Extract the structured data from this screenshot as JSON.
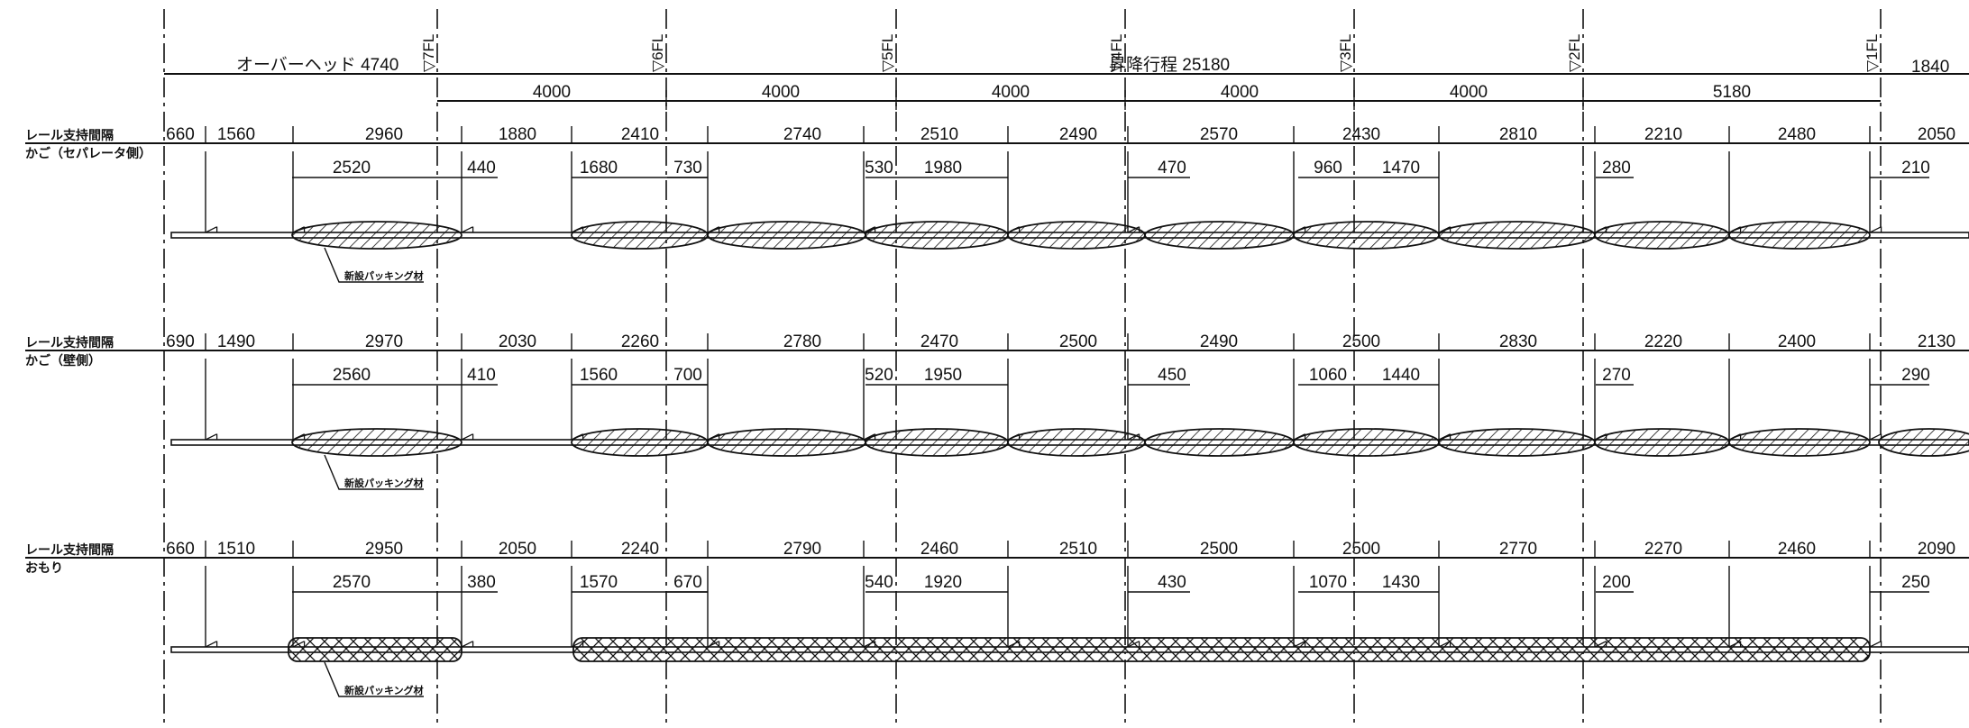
{
  "header": {
    "overhead_label": "オーバーヘッド 4740",
    "travel_label": "昇降行程 25180",
    "right_label": "1840"
  },
  "floors": [
    "▽7FL",
    "▽6FL",
    "▽5FL",
    "▽4FL",
    "▽3FL",
    "▽2FL",
    "▽1FL"
  ],
  "floor_heights": [
    "4000",
    "4000",
    "4000",
    "4000",
    "4000",
    "5180"
  ],
  "rows": [
    {
      "label1": "レール支持間隔",
      "label2": "かご（セパレータ側）",
      "spans": [
        "660",
        "1560",
        "2960",
        "1880",
        "2410",
        "2740",
        "2510",
        "2490",
        "2570",
        "2430",
        "2810",
        "2210",
        "2480",
        "2050"
      ],
      "subs": [
        "2520",
        "440",
        "1680",
        "730",
        "530",
        "1980",
        "470",
        "960",
        "1470",
        "280",
        "210"
      ],
      "note": "新設パッキング材"
    },
    {
      "label1": "レール支持間隔",
      "label2": "かご（壁側）",
      "spans": [
        "690",
        "1490",
        "2970",
        "2030",
        "2260",
        "2780",
        "2470",
        "2500",
        "2490",
        "2500",
        "2830",
        "2220",
        "2400",
        "2130"
      ],
      "subs": [
        "2560",
        "410",
        "1560",
        "700",
        "520",
        "1950",
        "450",
        "1060",
        "1440",
        "270",
        "290"
      ],
      "note": "新設パッキング材"
    },
    {
      "label1": "レール支持間隔",
      "label2": "おもり",
      "spans": [
        "660",
        "1510",
        "2950",
        "2050",
        "2240",
        "2790",
        "2460",
        "2510",
        "2500",
        "2500",
        "2770",
        "2270",
        "2460",
        "2090"
      ],
      "subs": [
        "2570",
        "380",
        "1570",
        "670",
        "540",
        "1920",
        "430",
        "1070",
        "1430",
        "200",
        "250"
      ],
      "note": "新設パッキング材"
    }
  ]
}
